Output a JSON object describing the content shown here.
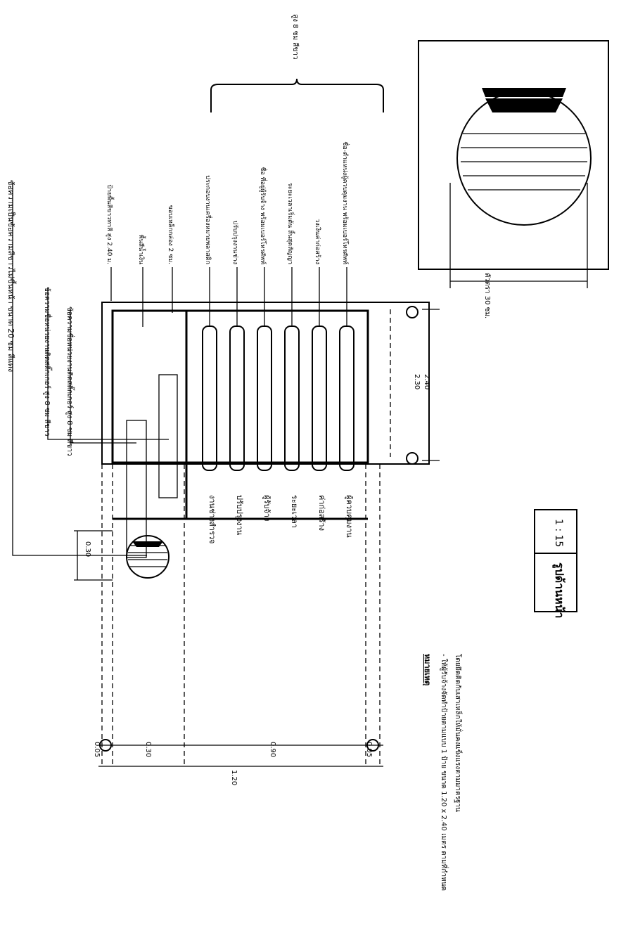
{
  "sign": {
    "slot_labels": [
      "งานช่างสำรวจ",
      "ปรับปรุงงาน",
      "ผู้รับจ้าง",
      "ระยะเวลา",
      "ค่าก่อสร้าง",
      "ผู้ควบคุมงาน"
    ]
  },
  "callouts": {
    "top": [
      "ข้อความเป็นข้อความสีขาวไม่ขึ้นหน้า ขนาด 20 ซม สีแดง",
      "ข้อความชื่อหน่วยงานติดสติ๊กเกอร์ สูง 8 ซม สีขาว",
      "ข้อความชื่อหน่วยงานติดสติ๊กเกอร์ สูง 8 ซม สีขาว"
    ],
    "right": [
      "ป้ายพื้นสีขาวทาสี สูง 2.40 ม.",
      "พื้นสีน้ำเงิน",
      "ขอบเหล็กกล่อง 2 ซม.",
      "ประกอบงานเครื่องหมายพลาสติก",
      "ปรับปรุงงานช่าง",
      "ชื่อ ที่อยู่ผู้รับจ้าง พร้อมเบอร์โทรศัพท์",
      "ระยะเวลาเริ่มต้น สิ้นสุดสัญญา",
      "วงเงินค่าก่อสร้าง",
      "ชื่อ-ตำแหน่งผู้ควบคุมงาน พร้อมเบอร์โทรศัพท์"
    ],
    "brace": "สูง 8 ซม สีขาว"
  },
  "dimensions": {
    "total_length": "2.40",
    "inner_length": "2.30",
    "logo_height": "0.30",
    "bottom": [
      "0.05",
      "0.30",
      "0.90",
      "0.05"
    ],
    "total_height": "1.20",
    "detail_width": "ตัวตรา 30 ซม."
  },
  "notes": {
    "heading": "หมายเหตุ",
    "line1": "- ให้ผู้รับจ้างจัดทำป้ายตามแบบ 1 ป้าย ขนาด 1.20 x 2.40 เมตร ตามที่กำหนด",
    "line2": "โดยยึดติดกับเสาเหล็กให้มั่นคงแข็งแรงตามมาตรฐาน"
  },
  "title_block": {
    "title": "รูปด้านหน้า",
    "scale": "1 : 15"
  }
}
